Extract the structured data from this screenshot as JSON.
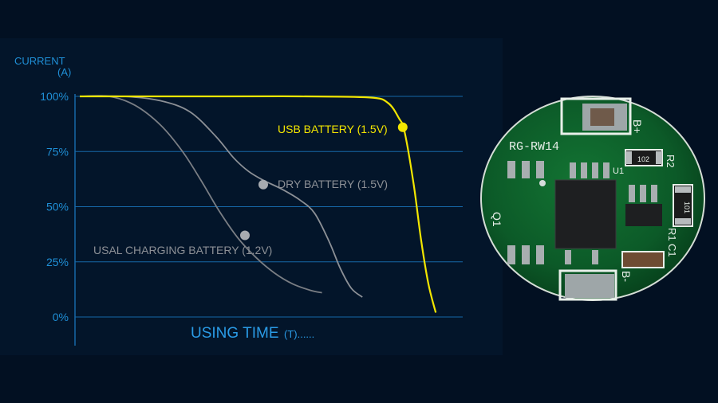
{
  "chart_data": {
    "type": "line",
    "ylabel_line1": "CURRENT",
    "ylabel_line2": "(A)",
    "xlabel": "USING TIME",
    "xlabel_suffix": "(T)......",
    "y_ticks": [
      "100%",
      "75%",
      "50%",
      "25%",
      "0%"
    ],
    "y_tick_values": [
      100,
      75,
      50,
      25,
      0
    ],
    "ylim": [
      0,
      100
    ],
    "xlim": [
      0,
      100
    ],
    "grid": true,
    "series": [
      {
        "name": "USB BATTERY (1.5V)",
        "color": "#f2e600",
        "points": [
          [
            0,
            100
          ],
          [
            15,
            100
          ],
          [
            40,
            100
          ],
          [
            60,
            100
          ],
          [
            79,
            99.5
          ],
          [
            84,
            97
          ],
          [
            87,
            90
          ],
          [
            88.5,
            84
          ],
          [
            91,
            60
          ],
          [
            93,
            35
          ],
          [
            95,
            15
          ],
          [
            97,
            2
          ]
        ],
        "marker": [
          88,
          86
        ]
      },
      {
        "name": "DRY BATTERY (1.5V)",
        "color": "#8c9096",
        "points": [
          [
            0,
            100
          ],
          [
            12,
            100
          ],
          [
            22,
            98
          ],
          [
            30,
            93
          ],
          [
            37,
            82
          ],
          [
            42,
            72
          ],
          [
            46,
            66
          ],
          [
            50,
            62
          ],
          [
            55,
            58
          ],
          [
            60,
            53
          ],
          [
            64,
            47
          ],
          [
            68,
            34
          ],
          [
            71,
            22
          ],
          [
            74,
            13
          ],
          [
            77,
            9
          ]
        ],
        "marker": [
          50,
          60
        ]
      },
      {
        "name": "USAL CHARGING BATTERY (1.2V)",
        "color": "#7a7e84",
        "points": [
          [
            0,
            100
          ],
          [
            8,
            100
          ],
          [
            15,
            96
          ],
          [
            22,
            87
          ],
          [
            28,
            75
          ],
          [
            33,
            62
          ],
          [
            38,
            48
          ],
          [
            43,
            36
          ],
          [
            48,
            27
          ],
          [
            53,
            20
          ],
          [
            58,
            15
          ],
          [
            63,
            12
          ],
          [
            66,
            11
          ]
        ],
        "marker": [
          45,
          37
        ]
      }
    ]
  },
  "pcb": {
    "title": "RG-RW14",
    "labels": [
      "B+",
      "R2",
      "R1",
      "C1",
      "B-",
      "Q1",
      "U1"
    ],
    "codes": [
      "102",
      "101"
    ],
    "colors": {
      "board": "#0c5a28",
      "silkscreen": "#e8efe9",
      "pad": "#a8aeb0",
      "chip": "#1e1f21"
    }
  }
}
